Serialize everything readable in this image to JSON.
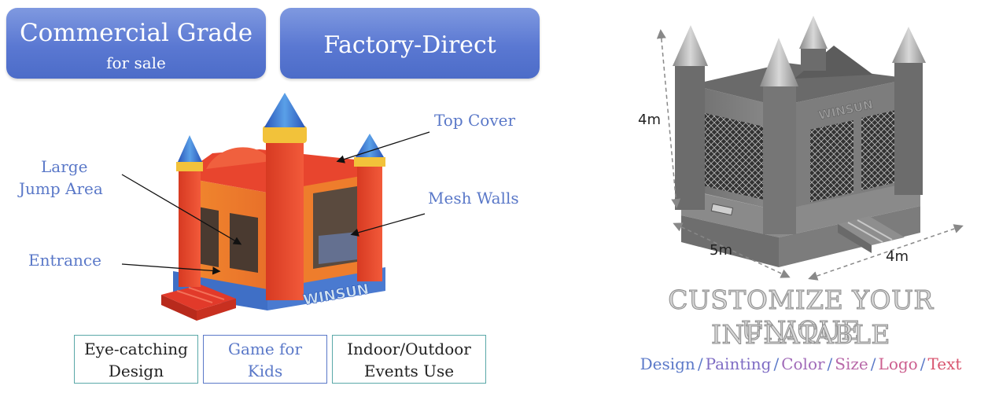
{
  "badges": {
    "commercial_main": "Commercial Grade",
    "commercial_sub": "for sale",
    "factory": "Factory-Direct"
  },
  "callouts": {
    "top_cover": "Top Cover",
    "large_jump_line1": "Large",
    "large_jump_line2": "Jump Area",
    "mesh_walls": "Mesh Walls",
    "entrance": "Entrance"
  },
  "features": [
    {
      "line1": "Eye-catching",
      "line2": "Design"
    },
    {
      "line1": "Game for",
      "line2": "Kids"
    },
    {
      "line1": "Indoor/Outdoor",
      "line2": "Events Use"
    }
  ],
  "logo_text": "WINSUN",
  "dimensions": {
    "height": "4m",
    "length": "5m",
    "width": "4m"
  },
  "customize": {
    "line1": "CUSTOMIZE YOUR UNIQUE",
    "line2": "INFLATABLE"
  },
  "options": [
    {
      "label": "Design",
      "color": "#5a78c8"
    },
    {
      "label": "Painting",
      "color": "#7e6cc4"
    },
    {
      "label": "Color",
      "color": "#a06ab8"
    },
    {
      "label": "Size",
      "color": "#b868a8"
    },
    {
      "label": "Logo",
      "color": "#cc5e8e"
    },
    {
      "label": "Text",
      "color": "#d8546e"
    }
  ],
  "colors": {
    "badge_blue": "#5a78d2",
    "callout_blue": "#5a78c8",
    "castle_red": "#e8452e",
    "castle_orange": "#f07a2a",
    "castle_blue": "#3f6fc6",
    "castle_yellow": "#f2c23a",
    "feature_border": "#5aa8a8"
  }
}
